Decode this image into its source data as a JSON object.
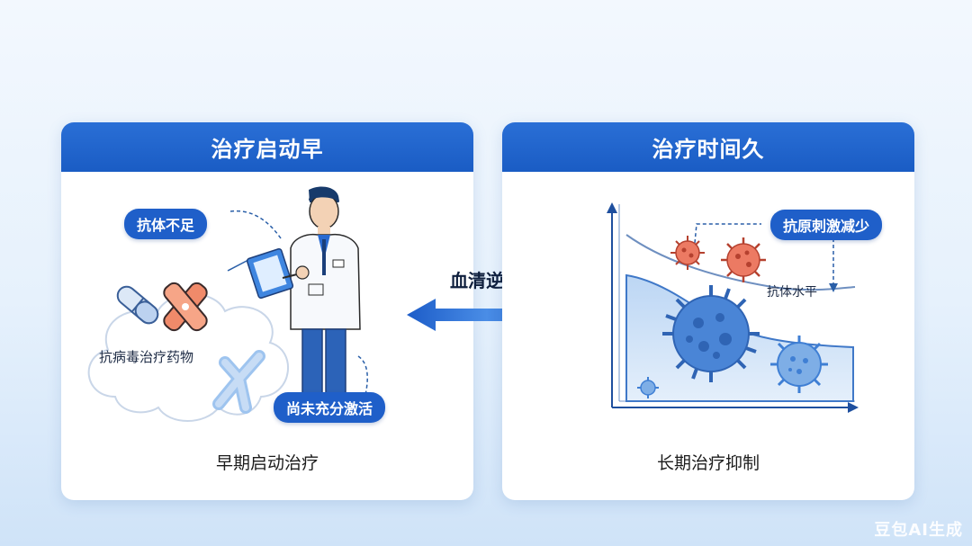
{
  "left_panel": {
    "title": "治疗启动早",
    "badge_antibody": "抗体不足",
    "cloud_label": "抗病毒治疗药物",
    "badge_activation": "尚未充分激活",
    "caption": "早期启动治疗"
  },
  "center": {
    "label": "血清逆转"
  },
  "right_panel": {
    "title": "治疗时间久",
    "badge_stimulus": "抗原刺激减少",
    "curve_label": "抗体水平",
    "caption": "长期治疗抑制"
  },
  "watermark": "豆包AI生成",
  "colors": {
    "header_blue": "#1f63cf",
    "badge_blue": "#1f5fc9",
    "virus_blue": "#3f7fd4",
    "virus_red": "#e05a45"
  }
}
